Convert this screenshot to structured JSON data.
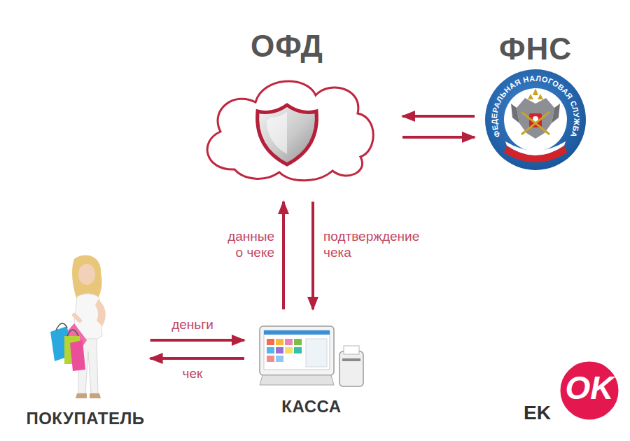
{
  "diagram": {
    "nodes": [
      {
        "text": [
          "ОФД"
        ]
      },
      {
        "text": [
          "ФНС",
          "ФЕДЕРАЛЬНАЯ НАЛОГОВАЯ СЛУЖБА"
        ]
      },
      {
        "text": [
          "ПОКУПАТЕЛЬ"
        ]
      },
      {
        "text": [
          "КАССА"
        ]
      }
    ],
    "edges": [
      {
        "from": 1,
        "to": 0,
        "arrow": "to"
      },
      {
        "from": 0,
        "to": 1,
        "arrow": "to"
      },
      {
        "from": 3,
        "to": 0,
        "label": "данные о чеке",
        "arrow": "to"
      },
      {
        "from": 0,
        "to": 3,
        "label": "подтверждение чека",
        "arrow": "to"
      },
      {
        "from": 2,
        "to": 3,
        "label": "деньги",
        "arrow": "to"
      },
      {
        "from": 3,
        "to": 2,
        "label": "чек",
        "arrow": "to"
      }
    ],
    "labels": [
      "OK",
      "EK"
    ]
  }
}
